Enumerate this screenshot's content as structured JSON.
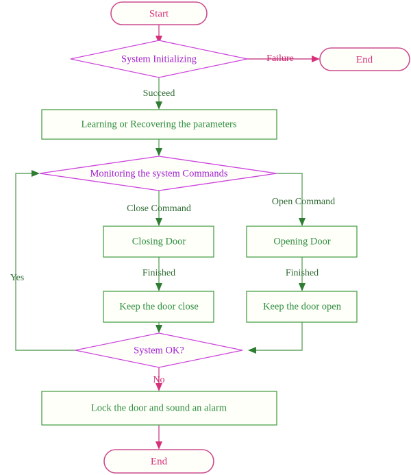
{
  "diagram": {
    "title": "Door control system flowchart",
    "colors": {
      "terminator_stroke": "#cc4c8f",
      "terminator_text": "#d6317a",
      "process_stroke": "#4ca04c",
      "process_text": "#2f8f3f",
      "decision_stroke": "#cc44dd",
      "decision_text": "#a020d0",
      "connector_green": "#63a563",
      "connector_pink": "#cc4c8f",
      "node_fill": "#fffffa",
      "background": "#ffffff"
    },
    "nodes": [
      {
        "id": "start",
        "type": "terminator",
        "label": "Start"
      },
      {
        "id": "sys_init",
        "type": "decision",
        "label": "System Initializing"
      },
      {
        "id": "end_failure",
        "type": "terminator",
        "label": "End"
      },
      {
        "id": "learning",
        "type": "process",
        "label": "Learning or Recovering the parameters"
      },
      {
        "id": "monitoring",
        "type": "decision",
        "label": "Monitoring the system Commands"
      },
      {
        "id": "closing_door",
        "type": "process",
        "label": "Closing Door"
      },
      {
        "id": "opening_door",
        "type": "process",
        "label": "Opening Door"
      },
      {
        "id": "keep_close",
        "type": "process",
        "label": "Keep the door close"
      },
      {
        "id": "keep_open",
        "type": "process",
        "label": "Keep the door open"
      },
      {
        "id": "system_ok",
        "type": "decision",
        "label": "System OK?"
      },
      {
        "id": "lock_alarm",
        "type": "process",
        "label": "Lock the door and sound an alarm"
      },
      {
        "id": "end_final",
        "type": "terminator",
        "label": "End"
      }
    ],
    "edge_labels": {
      "failure": "Failure",
      "succeed": "Succeed",
      "close_command": "Close Command",
      "open_command": "Open Command",
      "finished_left": "Finished",
      "finished_right": "Finished",
      "yes": "Yes",
      "no": "No"
    }
  }
}
